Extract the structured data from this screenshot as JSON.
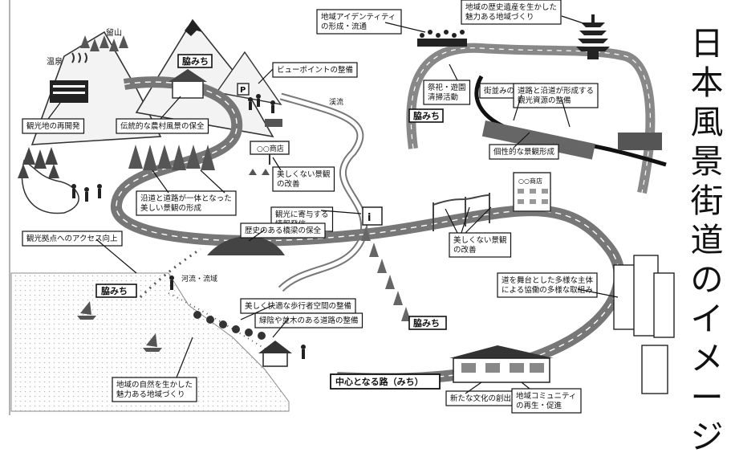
{
  "side_title": "日本風景街道のイメージ",
  "places": {
    "mountain": "留山",
    "hot_spring": "温泉",
    "river_upper": "渓流",
    "river_lower": "河流・流域",
    "shop_sign": "○○商店",
    "mall_sign": "○○商店"
  },
  "waki_michi": [
    "脇みち",
    "脇みち",
    "脇みち",
    "脇みち"
  ],
  "main_road": "中心となる路（みち）",
  "callouts": [
    "観光地の再開発",
    "伝統的な農村風景の保全",
    "ビューポイントの整備",
    "沿道と道路が一体となった\n美しい景観の形成",
    "美しくない景観\nの改善",
    "観光に寄与する\n情報発信",
    "歴史のある橋梁の保全",
    "観光拠点へのアクセス向上",
    "地域アイデンティティ\nの形成・流通",
    "地域の歴史遺産を生かした\n魅力ある地域づくり",
    "祭祀・遊園\n清掃活動",
    "街並みの保全",
    "道路と沿道が形成する\n観光資源の整備",
    "個性的な景観形成",
    "美しくない景観\nの改善",
    "道を舞台とした多様な主体\nによる協働の多様な取組み",
    "美しく快適な歩行者空間の整備",
    "緑陰や並木のある道路の整備",
    "地域の自然を生かした\n魅力ある地域づくり",
    "新たな文化の創出",
    "地域コミュニティ\nの再生・促進"
  ]
}
